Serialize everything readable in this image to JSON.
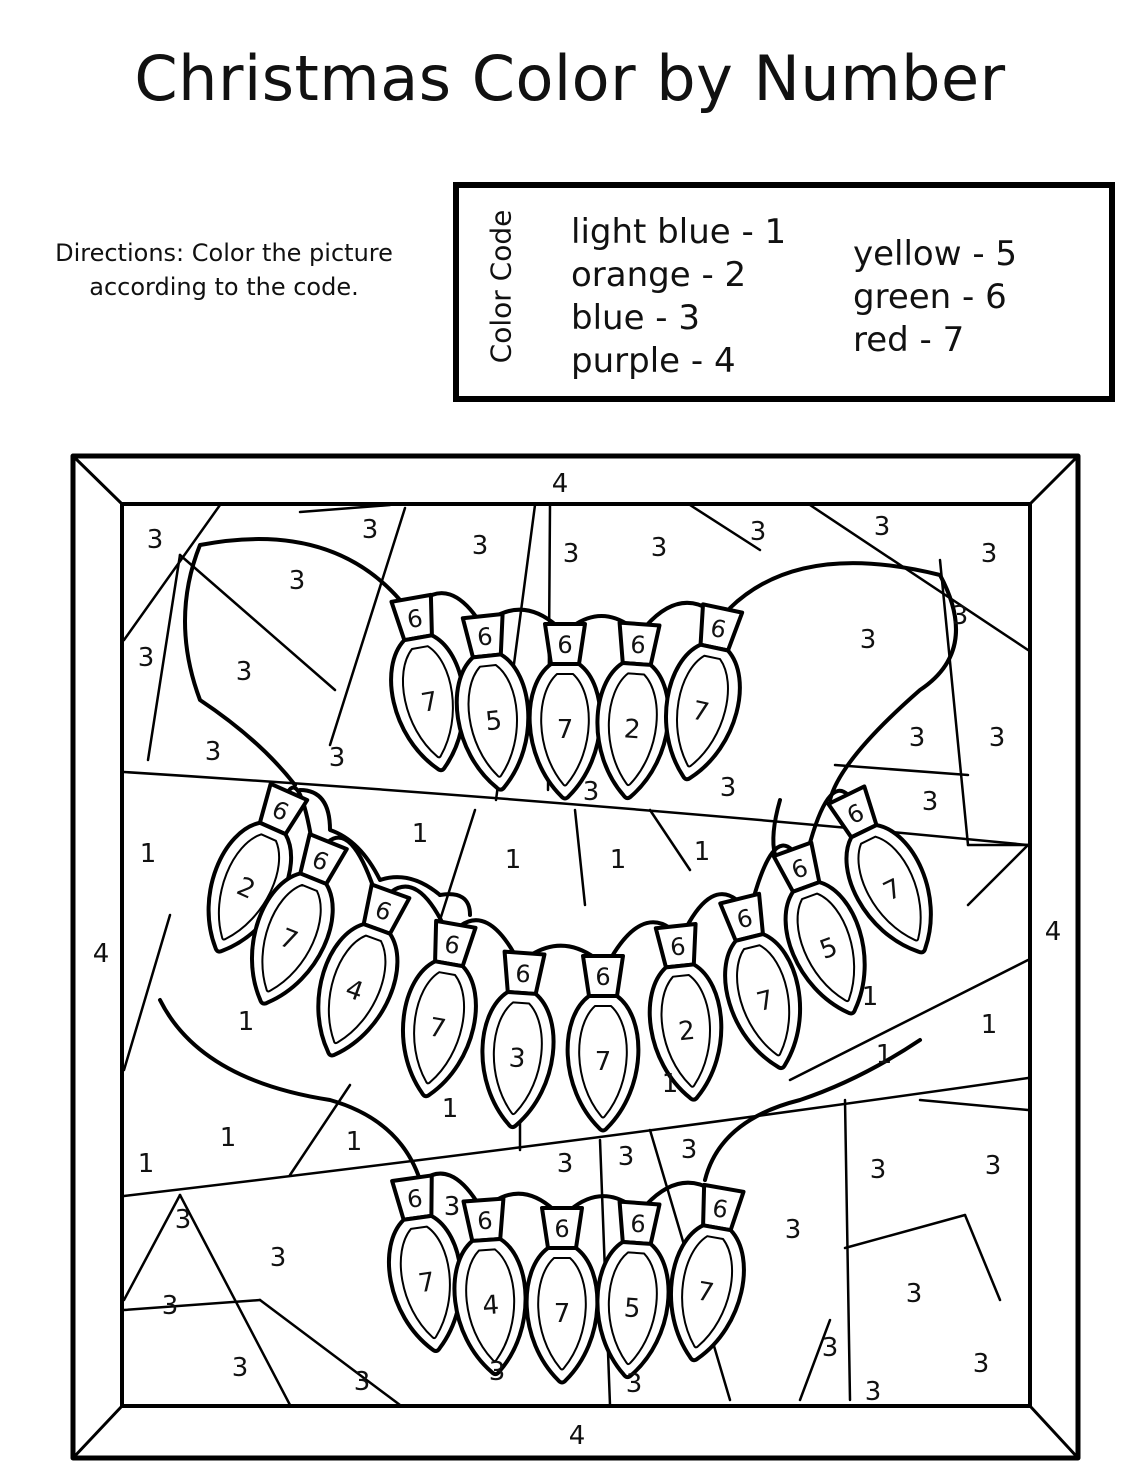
{
  "title": "Christmas Color by Number",
  "directions": "Directions: Color the picture according to the code.",
  "color_code": {
    "label": "Color Code",
    "column1": [
      "light blue - 1",
      "orange - 2",
      "blue - 3",
      "purple - 4"
    ],
    "column2": [
      "yellow - 5",
      "green - 6",
      "red - 7"
    ]
  },
  "picture": {
    "frame_number": "4",
    "light_rows": [
      {
        "sockets": [
          "6",
          "6",
          "6",
          "6",
          "6"
        ],
        "bulbs": [
          "7",
          "5",
          "7",
          "2",
          "7"
        ]
      },
      {
        "sockets": [
          "6",
          "6",
          "6",
          "6",
          "6",
          "6",
          "6",
          "6",
          "6",
          "6"
        ],
        "bulbs": [
          "2",
          "7",
          "4",
          "7",
          "3",
          "7",
          "2",
          "7",
          "5",
          "7"
        ]
      },
      {
        "sockets": [
          "6",
          "6",
          "6",
          "6",
          "6"
        ],
        "bulbs": [
          "7",
          "4",
          "7",
          "5",
          "7"
        ]
      }
    ],
    "region_numbers": {
      "top_band": [
        "3",
        "3",
        "3",
        "3",
        "3",
        "3",
        "3",
        "3",
        "3",
        "3",
        "3",
        "3",
        "3",
        "3",
        "3",
        "3",
        "3",
        "3"
      ],
      "middle_band": [
        "1",
        "1",
        "1",
        "1",
        "1",
        "1",
        "1",
        "1",
        "1",
        "1",
        "1",
        "1",
        "1"
      ],
      "bottom_band": [
        "3",
        "3",
        "3",
        "3",
        "3",
        "3",
        "3",
        "3",
        "3",
        "3",
        "3",
        "3",
        "3",
        "3",
        "3",
        "3",
        "3"
      ]
    }
  }
}
